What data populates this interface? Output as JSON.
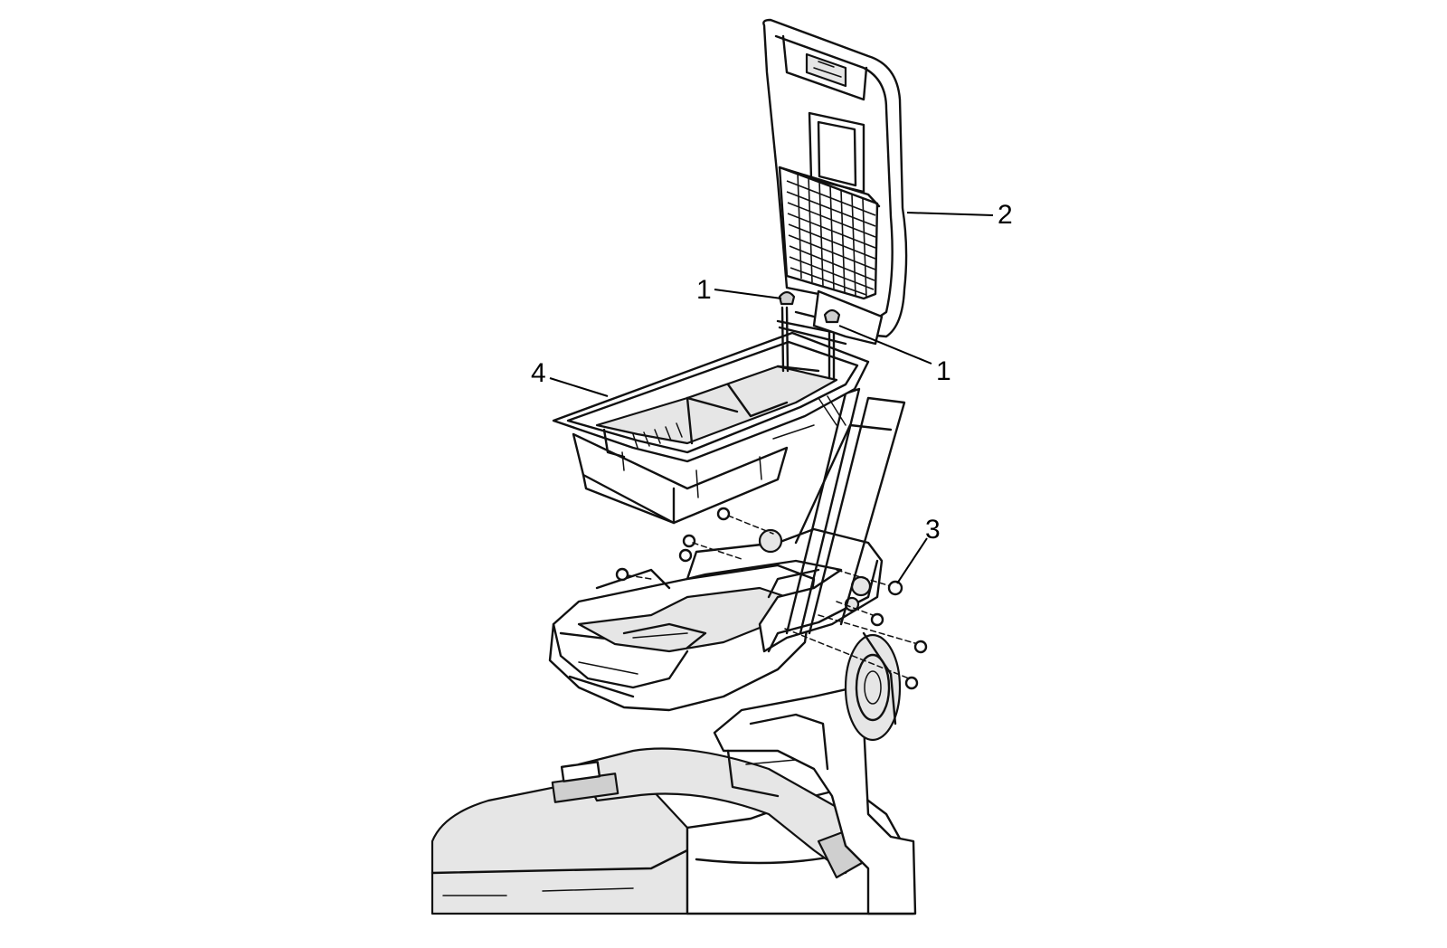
{
  "callouts": [
    {
      "id": "1a",
      "label": "1"
    },
    {
      "id": "1b",
      "label": "1"
    },
    {
      "id": "2",
      "label": "2"
    },
    {
      "id": "3",
      "label": "3"
    },
    {
      "id": "4",
      "label": "4"
    }
  ]
}
